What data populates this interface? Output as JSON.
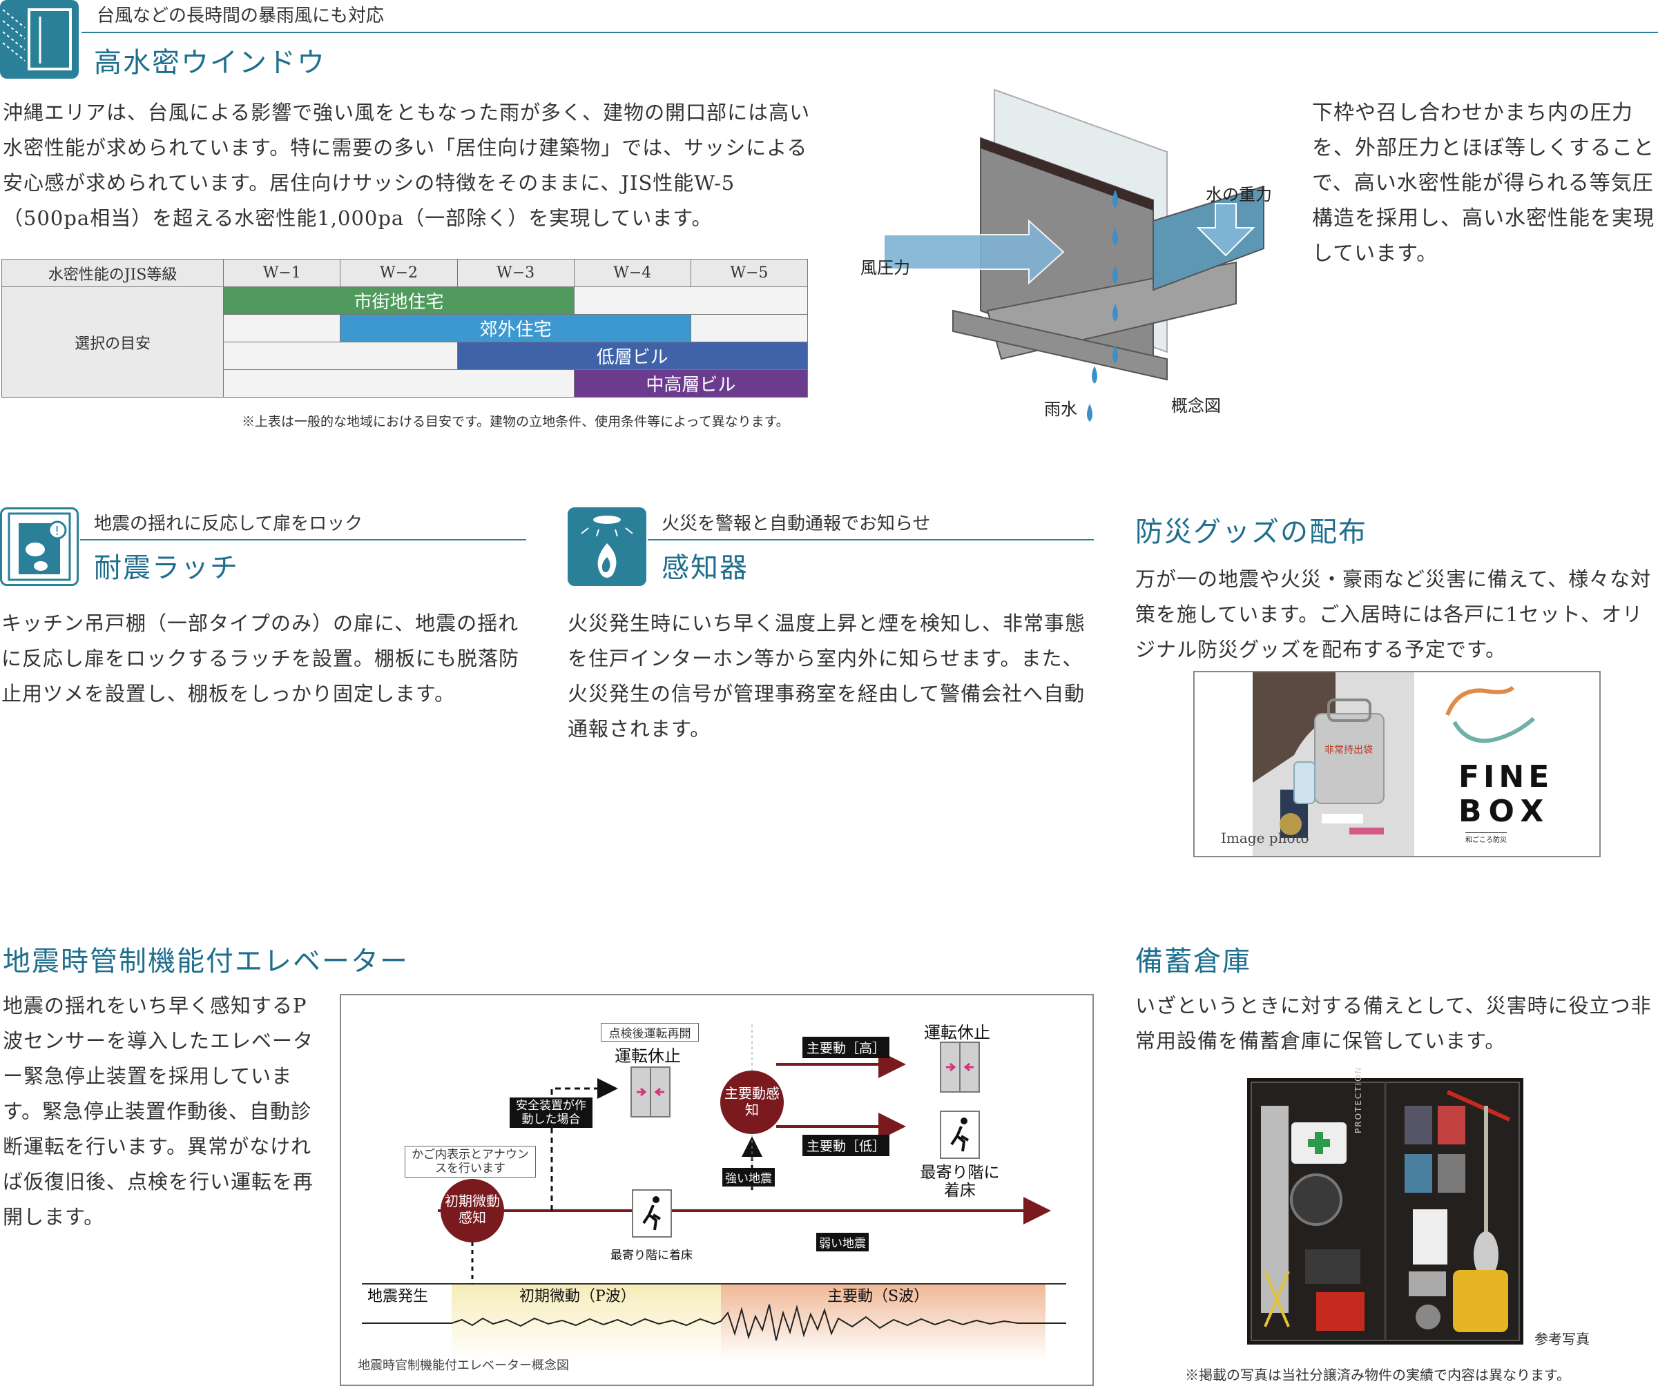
{
  "window_section": {
    "subtitle": "台風などの長時間の暴雨風にも対応",
    "title": "高水密ウインドウ",
    "body": "沖縄エリアは、台風による影響で強い風をともなった雨が多く、建物の開口部には高い水密性能が求められています。特に需要の多い「居住向け建築物」では、サッシによる安心感が求められています。居住向けサッシの特徴をそのままに、JIS性能W-5（500pa相当）を超える水密性能1,000pa（一部除く）を実現しています。",
    "table": {
      "header": [
        "水密性能のJIS等級",
        "W−1",
        "W−2",
        "W−3",
        "W−4",
        "W−5"
      ],
      "row_label": "選択の目安",
      "bars": [
        "市街地住宅",
        "郊外住宅",
        "低層ビル",
        "中高層ビル"
      ],
      "note": "※上表は一般的な地域における目安です。建物の立地条件、使用条件等によって異なります。"
    },
    "diagram_labels": {
      "wind": "風圧力",
      "gravity": "水の重力",
      "rain": "雨水",
      "concept": "概念図"
    },
    "side_text": "下枠や召し合わせかまち内の圧力を、外部圧力とほぼ等しくすることで、高い水密性能が得られる等気圧構造を採用し、高い水密性能を実現しています。"
  },
  "latch_section": {
    "subtitle": "地震の揺れに反応して扉をロック",
    "title": "耐震ラッチ",
    "body": "キッチン吊戸棚（一部タイプのみ）の扉に、地震の揺れに反応し扉をロックするラッチを設置。棚板にも脱落防止用ツメを設置し、棚板をしっかり固定します。"
  },
  "detector_section": {
    "subtitle": "火災を警報と自動通報でお知らせ",
    "title": "感知器",
    "body": "火災発生時にいち早く温度上昇と煙を検知し、非常事態を住戸インターホン等から室内外に知らせます。また、火災発生の信号が管理事務室を経由して警備会社へ自動通報されます。"
  },
  "goods_section": {
    "title": "防災グッズの配布",
    "body": "万が一の地震や火災・豪雨など災害に備えて、様々な対策を施しています。ご入居時には各戸に1セット、オリジナル防災グッズを配布する予定です。",
    "photo_caption": "Image photo",
    "bag_label": "非常持出袋",
    "logo_line1": "FINE",
    "logo_line2": "BOX",
    "logo_sub": "和ごころ防災"
  },
  "elevator_section": {
    "title": "地震時管制機能付エレベーター",
    "body": "地震の揺れをいち早く感知するP波センサーを導入したエレベーター緊急停止装置を採用しています。緊急停止装置作動後、自動診断運転を行います。異常がなければ仮復旧後、点検を行い運転を再開します。",
    "diagram": {
      "initial_detect": "初期微動感知",
      "main_detect": "主要動感知",
      "car_display": "かご内表示とアナウンスを行います",
      "safety_device": "安全装置が作動した場合",
      "resume": "点検後運転再開",
      "stop1": "運転休止",
      "stop2": "運転休止",
      "nearest_floor": "最寄り階に着床",
      "nearest_floor2": "最寄り階に着床",
      "main_high": "主要動［高］",
      "main_low": "主要動［低］",
      "strong": "強い地震",
      "weak": "弱い地震",
      "quake_start": "地震発生",
      "p_wave": "初期微動（P波）",
      "s_wave": "主要動（S波）",
      "caption": "地震時官制機能付エレベーター概念図"
    }
  },
  "storage_section": {
    "title": "備蓄倉庫",
    "body": "いざというときに対する備えとして、災害時に役立つ非常用設備を備蓄倉庫に保管しています。",
    "photo_label": "PROTECTION",
    "photo_caption": "参考写真",
    "note": "※掲載の写真は当社分譲済み物件の実績で内容は異なります。"
  },
  "colors": {
    "accent": "#2a7f99",
    "green": "#4f9a5c",
    "light_blue": "#3d98cf",
    "dark_blue": "#3f62a8",
    "purple": "#6b3c8e",
    "maroon": "#7a1a1e"
  }
}
